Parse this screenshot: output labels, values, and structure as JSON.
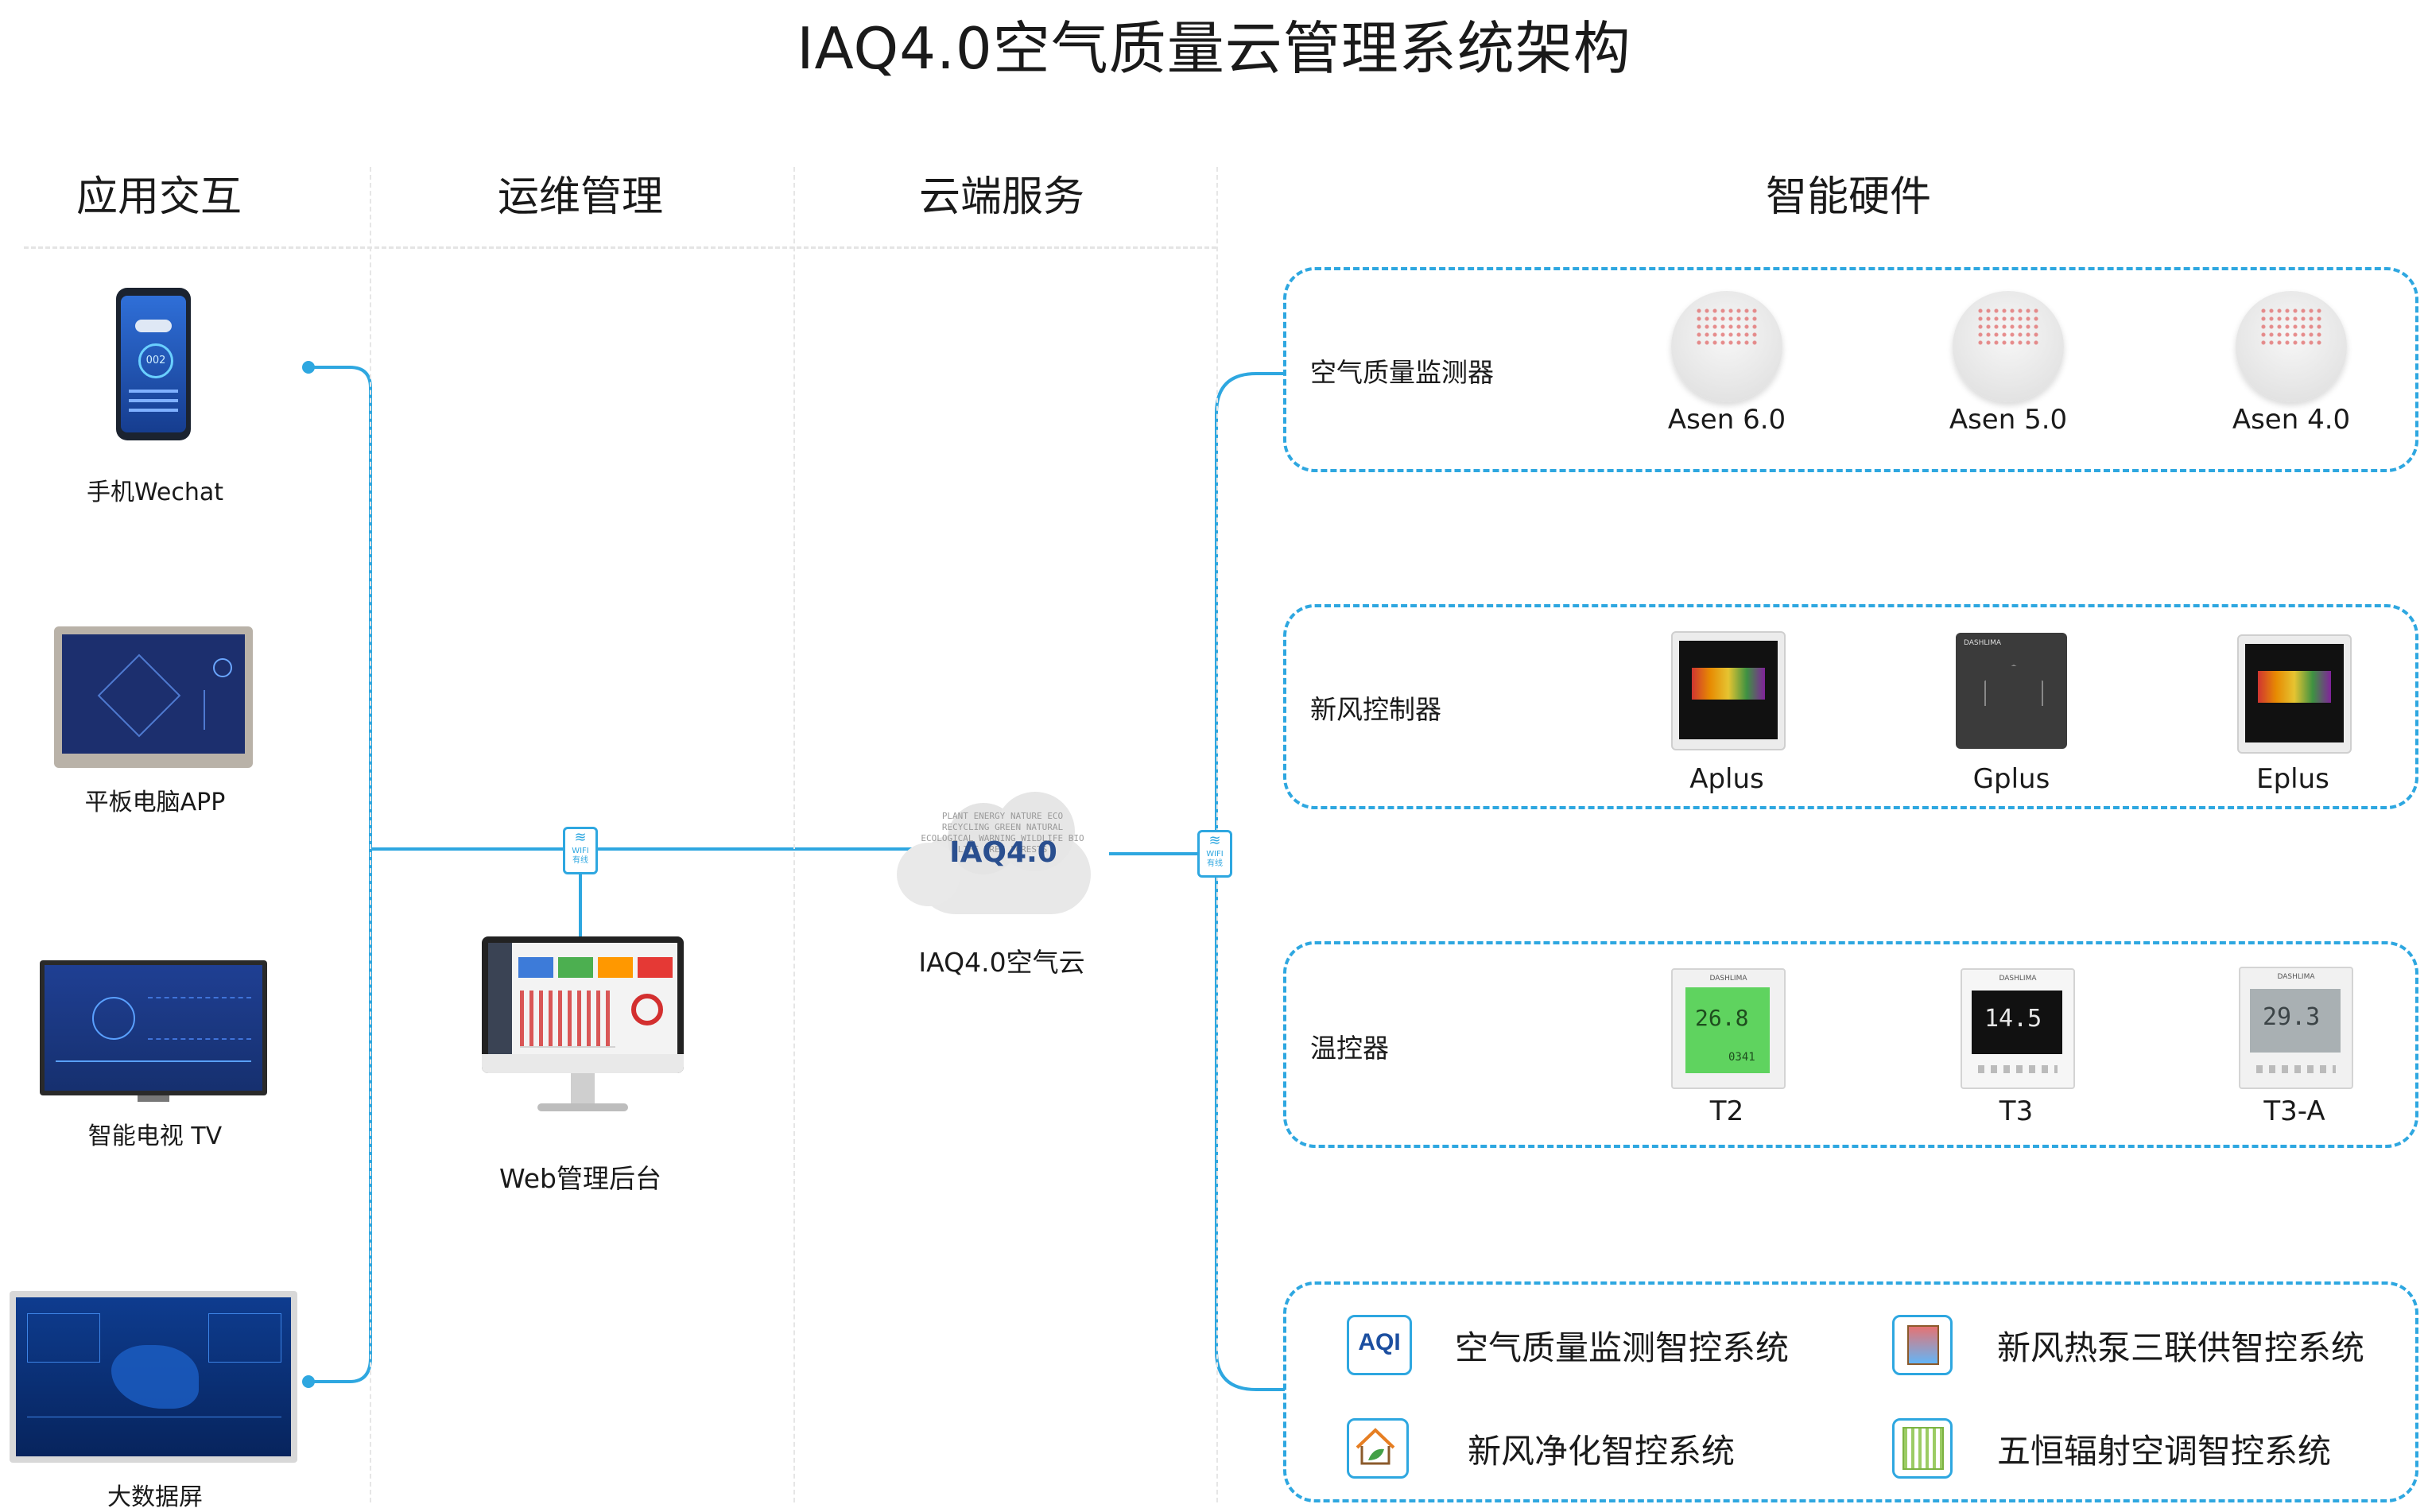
{
  "title": "IAQ4.0空气质量云管理系统架构",
  "columns": {
    "app": "应用交互",
    "ops": "运维管理",
    "cloud": "云端服务",
    "hardware": "智能硬件"
  },
  "apps": {
    "phone": "手机Wechat",
    "tablet": "平板电脑APP",
    "tv": "智能电视 TV",
    "bigscreen": "大数据屏"
  },
  "phone_screen": {
    "value": "002"
  },
  "web_admin": "Web管理后台",
  "cloud": {
    "logo_text": "IAQ4.0",
    "label": "IAQ4.0空气云",
    "word_cloud": [
      "PLANT",
      "ENERGY",
      "NATURE",
      "ECO",
      "RECYCLING",
      "GREEN",
      "NATURAL",
      "ECOLOGICAL",
      "WARNING",
      "WILDLIFE",
      "BIO",
      "LIFE",
      "TREE",
      "FORESTS"
    ]
  },
  "wifi_badge": {
    "line1": "WIFI",
    "line2": "有线"
  },
  "hardware_groups": [
    {
      "label": "空气质量监测器",
      "devices": [
        "Asen 6.0",
        "Asen 5.0",
        "Asen 4.0"
      ]
    },
    {
      "label": "新风控制器",
      "devices": [
        "Aplus",
        "Gplus",
        "Eplus"
      ]
    },
    {
      "label": "温控器",
      "devices": [
        "T2",
        "T3",
        "T3-A"
      ]
    }
  ],
  "device_screens": {
    "brand": "DASHLIMA",
    "t2_main": "26.8",
    "t2_sub": "0341",
    "t3_main": "14.5",
    "t3a_main": "29.3"
  },
  "systems": [
    {
      "icon": "aqi-icon",
      "icon_text": "AQI",
      "label": "空气质量监测智控系统"
    },
    {
      "icon": "heat-pump-icon",
      "label": "新风热泵三联供智控系统"
    },
    {
      "icon": "house-leaf-icon",
      "label": "新风净化智控系统"
    },
    {
      "icon": "radiant-panel-icon",
      "label": "五恒辐射空调智控系统"
    }
  ],
  "colors": {
    "line": "#2ea7e0",
    "cloud_text": "#2a4f8f",
    "screen_green": "#5fd35f"
  }
}
